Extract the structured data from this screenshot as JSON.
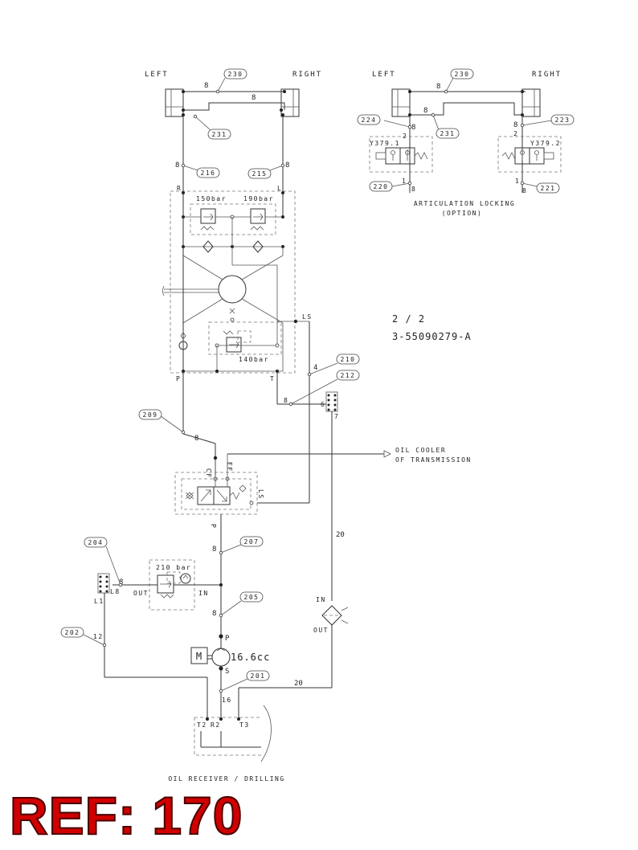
{
  "header": {
    "left_label": "LEFT",
    "right_label": "RIGHT",
    "option_left_label": "LEFT",
    "option_right_label": "RIGHT",
    "option_title_line1": "ARTICULATION LOCKING",
    "option_title_line2": "(OPTION)"
  },
  "sheet": {
    "page": "2 / 2",
    "drawing_number": "3-55090279-A"
  },
  "tags": {
    "t230": "230",
    "t231": "231",
    "t216": "216",
    "t215": "215",
    "t230b": "230",
    "t231b": "231",
    "t224": "224",
    "t223": "223",
    "t220": "220",
    "t221": "221",
    "t210": "210",
    "t212": "212",
    "t209": "209",
    "t207": "207",
    "t204": "204",
    "t205": "205",
    "t202": "202",
    "t201": "201"
  },
  "hose_sizes": {
    "h8_top": "8",
    "h8_mid": "8",
    "h8_216": "8",
    "h8_215": "8",
    "h8_opt": "8",
    "h8_opt2": "8",
    "h8_224": "8",
    "h8_223": "8",
    "h4": "4",
    "h8_212": "8",
    "h8_209": "8",
    "h8_207": "8",
    "h8_205": "8",
    "h8_204": "8",
    "h12": "12",
    "h20_v": "20",
    "h20_h": "20",
    "h16": "16"
  },
  "ports": {
    "R": "R",
    "L": "L",
    "P": "P",
    "T": "T",
    "LS": "LS",
    "CF": "CF",
    "EF": "EF",
    "LS2": "LS",
    "P2": "P",
    "pump_P": "P",
    "pump_S": "S",
    "IN": "IN",
    "OUT": "OUT",
    "OUT2": "OUT",
    "IN2": "IN",
    "L1": "L1",
    "L8": "L8",
    "T2": "T2",
    "R2": "R2",
    "T3": "T3",
    "n6": "6",
    "n7": "7",
    "n2a": "2",
    "n2b": "2",
    "n1a": "1",
    "n1b": "1",
    "n8a": "8",
    "n8b": "8"
  },
  "valves": {
    "relief_150": "150bar",
    "relief_190": "190bar",
    "relief_140": "140bar",
    "relief_210": "210 bar",
    "y379_1": "Y379.1",
    "y379_2": "Y379.2"
  },
  "pump": {
    "motor_label": "M",
    "displacement": "16.6cc"
  },
  "cooler": {
    "line1": "OIL COOLER",
    "line2": "OF TRANSMISSION"
  },
  "tank": {
    "label": "OIL RECEIVER / DRILLING"
  },
  "ref": {
    "label": "REF: 170"
  },
  "colors": {
    "ref_text": "#d10000",
    "line": "#333333"
  }
}
